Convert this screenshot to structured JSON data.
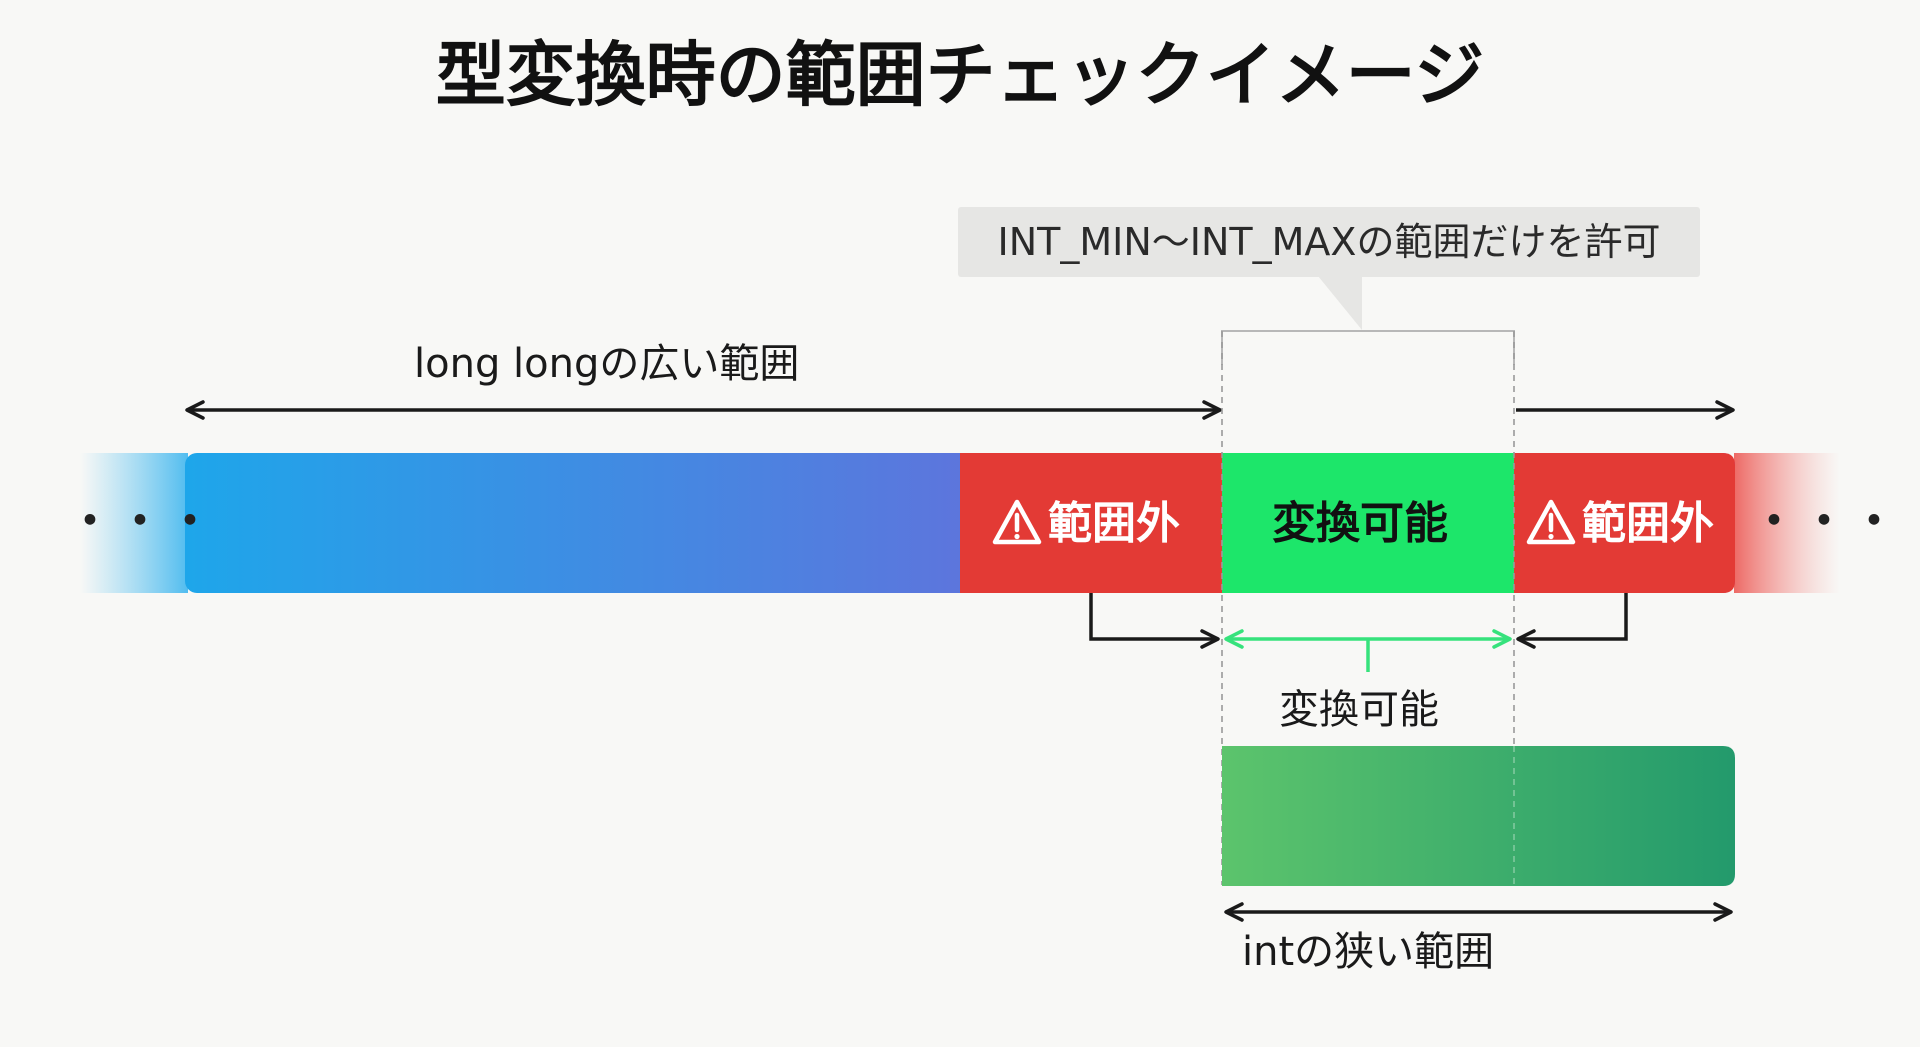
{
  "title": "型変換時の範囲チェックイメージ",
  "callout": "INT_MIN〜INT_MAXの範囲だけを許可",
  "long_long_label": "long longの広い範囲",
  "int_label": "intの狭い範囲",
  "ellipsis_left": "・・・",
  "ellipsis_right": "・・・",
  "segments": {
    "out_of_range_left": "範囲外",
    "convertible": "変換可能",
    "out_of_range_right": "範囲外"
  },
  "convertible_below": "変換可能",
  "warning_icon": "warning-triangle-icon",
  "colors": {
    "long_gradient_start": "#1ea6ea",
    "long_gradient_end": "#9b45cf",
    "out_of_range": "#e33a35",
    "convertible": "#1de66a",
    "int_gradient_start": "#5cc46c",
    "int_gradient_end": "#239a6c",
    "green_arrow": "#36e27c"
  }
}
